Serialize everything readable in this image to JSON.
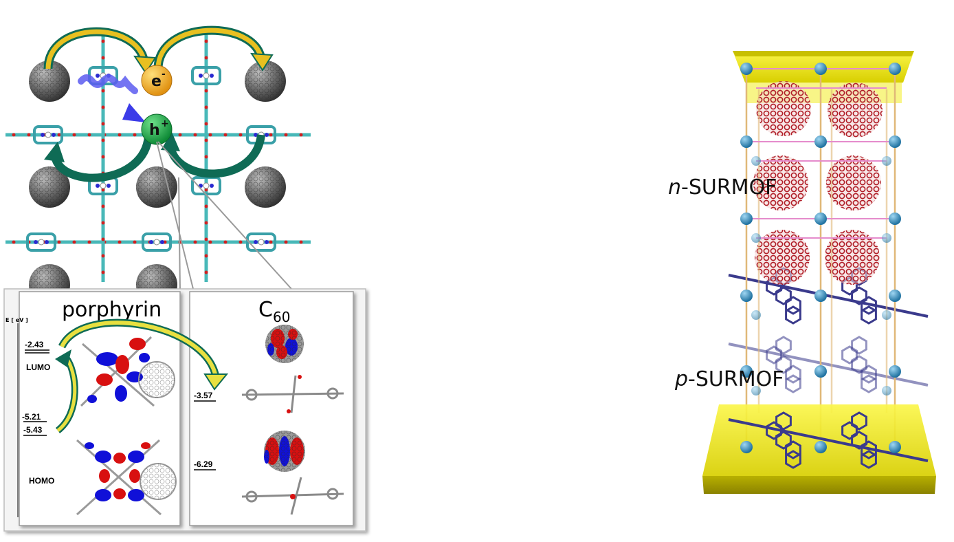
{
  "left_figure": {
    "carrier_electron": "e",
    "carrier_electron_sup": "-",
    "carrier_hole": "h",
    "carrier_hole_sup": "+"
  },
  "energy_panel": {
    "axis_label": "E [ eV ]",
    "porphyrin_title": "porphyrin",
    "c60_title": "C",
    "c60_sub": "60",
    "porphyrin_levels": [
      "-2.43",
      "-5.21",
      "-5.43"
    ],
    "c60_levels": [
      "-3.57",
      "-6.29"
    ],
    "lumo_label": "LUMO",
    "homo_label": "HOMO"
  },
  "right_figure": {
    "n_prefix": "n",
    "n_suffix": "-SURMOF",
    "p_prefix": "p",
    "p_suffix": "-SURMOF"
  },
  "colors": {
    "arrow_green": "#0f6b55",
    "arrow_yellow": "#e8c020",
    "electron": "#f0a818",
    "hole": "#1aa84a",
    "fullerene_gray": "#6a6a6a",
    "fullerene_red": "#c83038",
    "linker_blue": "#3a3a8c",
    "node_blue": "#2a8ac0",
    "substrate_yellow": "#f2ec10"
  }
}
